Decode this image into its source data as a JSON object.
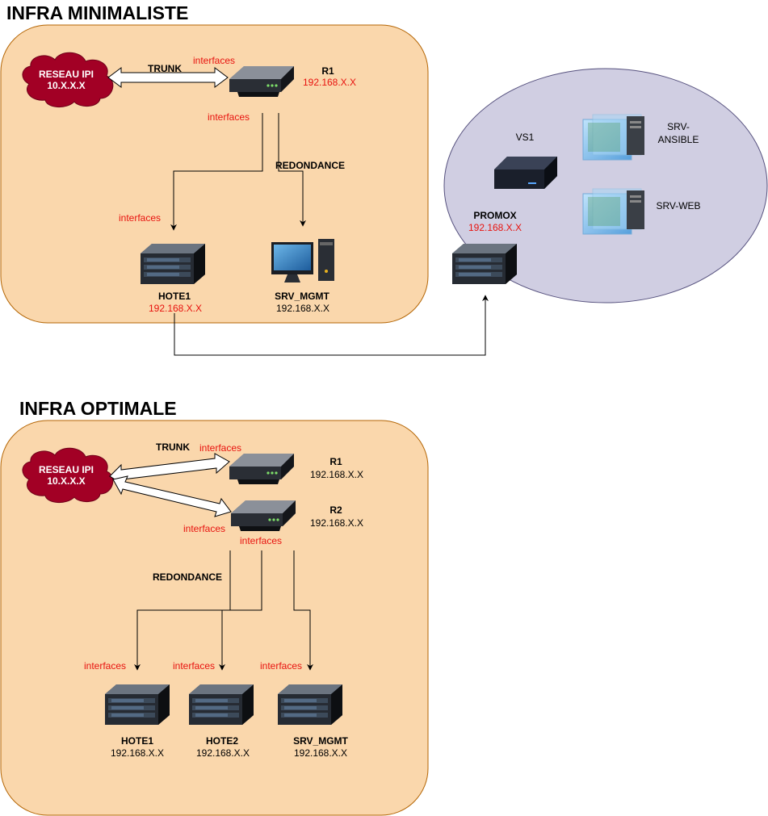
{
  "minimal": {
    "title": "INFRA MINIMALISTE",
    "cloud": {
      "line1": "RESEAU IPI",
      "line2": "10.X.X.X"
    },
    "trunk": "TRUNK",
    "r1": {
      "name": "R1",
      "ip": "192.168.X.X"
    },
    "if_r1_top": "interfaces",
    "if_r1_bottom": "interfaces",
    "if_hote1": "interfaces",
    "redondance": "REDONDANCE",
    "hote1": {
      "name": "HOTE1",
      "ip": "192.168.X.X"
    },
    "srv_mgmt": {
      "name": "SRV_MGMT",
      "ip": "192.168.X.X"
    }
  },
  "proxmox": {
    "vs1": "VS1",
    "name": "PROMOX",
    "ip": "192.168.X.X",
    "srv_ansible": {
      "line1": "SRV-",
      "line2": "ANSIBLE"
    },
    "srv_web": "SRV-WEB"
  },
  "optimal": {
    "title": "INFRA OPTIMALE",
    "cloud": {
      "line1": "RESEAU IPI",
      "line2": "10.X.X.X"
    },
    "trunk": "TRUNK",
    "if_r1": "interfaces",
    "if_r2_left": "interfaces",
    "if_r2_bottom": "interfaces",
    "r1": {
      "name": "R1",
      "ip": "192.168.X.X"
    },
    "r2": {
      "name": "R2",
      "ip": "192.168.X.X"
    },
    "redondance": "REDONDANCE",
    "if_hote1": "interfaces",
    "if_hote2": "interfaces",
    "if_srv": "interfaces",
    "hote1": {
      "name": "HOTE1",
      "ip": "192.168.X.X"
    },
    "hote2": {
      "name": "HOTE2",
      "ip": "192.168.X.X"
    },
    "srv_mgmt": {
      "name": "SRV_MGMT",
      "ip": "192.168.X.X"
    }
  },
  "colors": {
    "zone_fill": "#fad7ac",
    "zone_stroke": "#b46504",
    "proxmox_fill": "#d0cee2",
    "proxmox_stroke": "#56517e",
    "cloud": "#a20025",
    "label_red": "#e8130f"
  }
}
